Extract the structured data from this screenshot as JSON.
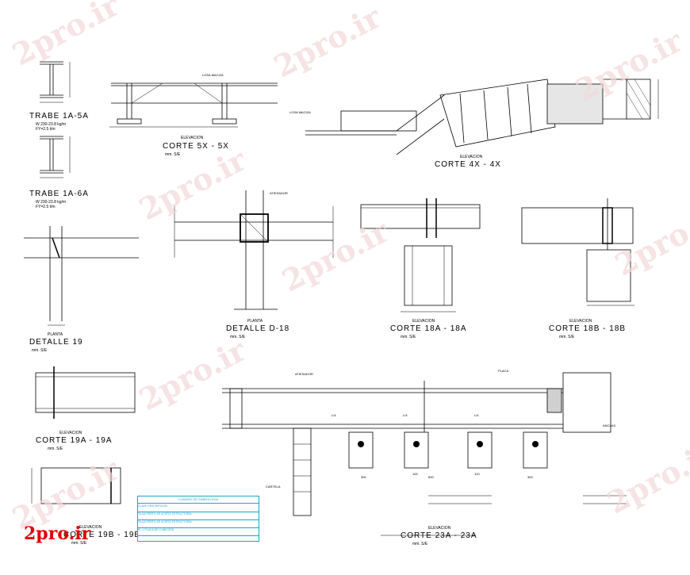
{
  "watermark": "2pro.ir",
  "logo": "2pro.ir",
  "views": [
    {
      "id": "trabe-1",
      "title": "TRABE  1A-5A",
      "sub": "W 230-23.8 kg/m",
      "sub2": "FY=2.5 t/m"
    },
    {
      "id": "trabe-2",
      "title": "TRABE  1A-6A",
      "sub": "W 230-23.8 kg/m",
      "sub2": "FY=2.5 t/m"
    },
    {
      "id": "corte-5x",
      "title": "CORTE   5X  -  5X",
      "sub": "ELEVACION",
      "scale": "mm.            S/E"
    },
    {
      "id": "corte-4x",
      "title": "CORTE    4X  -  4X",
      "sub": "ELEVACION"
    },
    {
      "id": "planta-19",
      "title": "DETALLE    19",
      "sub": "PLANTA",
      "scale": "mm.            S/E"
    },
    {
      "id": "detalle-d18",
      "title": "DETALLE   D-18",
      "sub": "PLANTA",
      "scale": "mm.            S/E"
    },
    {
      "id": "corte-18a",
      "title": "CORTE   18A  -  18A",
      "sub": "ELEVACION",
      "scale": "mm.            S/E"
    },
    {
      "id": "corte-18b",
      "title": "CORTE   18B  -  18B",
      "sub": "ELEVACION",
      "scale": "mm.            S/E"
    },
    {
      "id": "corte-19a",
      "title": "CORTE   19A  -  19A",
      "sub": "ELEVACION",
      "scale": "mm.            S/E"
    },
    {
      "id": "corte-19b",
      "title": "CORTE   19B  -  19B",
      "sub": "ELEVACION",
      "scale": "mm.            S/E"
    },
    {
      "id": "corte-23a",
      "title": "CORTE    23A  -  23A",
      "sub": "ELEVACION",
      "scale": "mm.            S/E"
    }
  ],
  "notes": {
    "losa_maciza": "LOSA MACIZA",
    "cartelas": "CARTELA",
    "atiesador": "ATIESADOR",
    "placa": "PLACA",
    "anclas": "ANCLAS",
    "l4": "L/4",
    "dims": [
      "300",
      "600",
      "300",
      "100",
      "120"
    ]
  },
  "legend": {
    "header": "CUADRO DE SIMBOLOGIA",
    "rows": [
      "CLAVE   DESCRIPCION",
      "TA-5A   PERFIL DE ACERO ESTRUCTURAL",
      "TA-6A   PERFIL DE ACERO ESTRUCTURAL",
      "PL-1    PLACA DE CONEXION"
    ]
  }
}
